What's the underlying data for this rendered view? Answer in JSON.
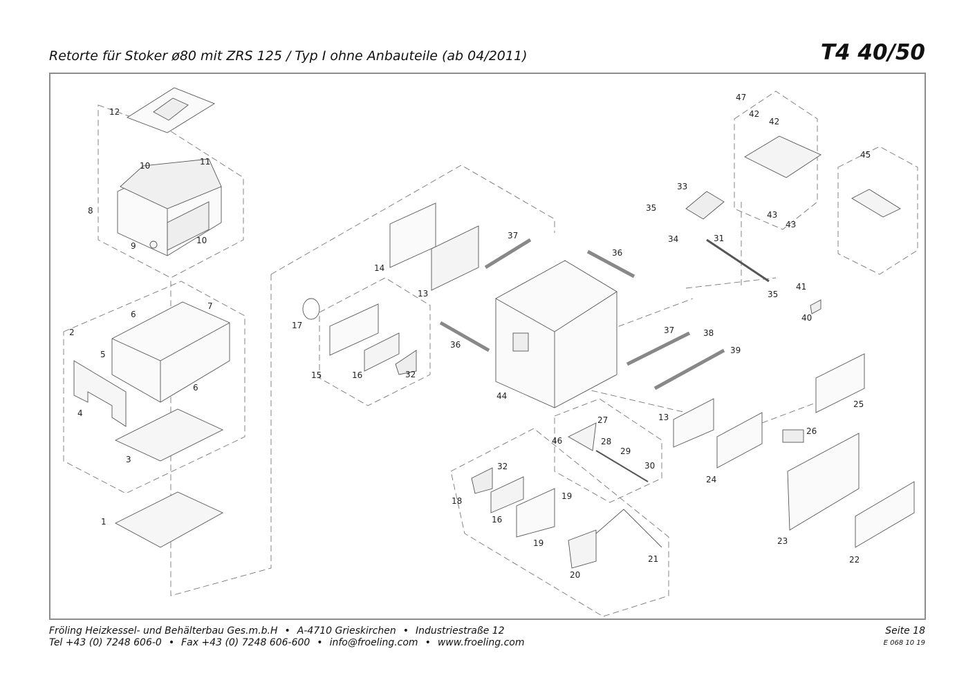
{
  "header": {
    "title": "Retorte für Stoker ø80 mit ZRS 125 / Typ I ohne Anbauteile (ab 04/2011)",
    "model": "T4 40/50"
  },
  "footer": {
    "company": "Fröling Heizkessel- und Behälterbau Ges.m.b.H",
    "city": "A-4710 Grieskirchen",
    "street": "Industriestraße 12",
    "tel": "Tel +43 (0) 7248 606-0",
    "fax": "Fax +43 (0) 7248 606-600",
    "email": "info@froeling.com",
    "web": "www.froeling.com",
    "page": "Seite 18",
    "doc_code": "E 068 10 19",
    "separator": "•"
  },
  "callouts": [
    {
      "id": "c12",
      "text": "12"
    },
    {
      "id": "c10a",
      "text": "10"
    },
    {
      "id": "c11",
      "text": "11"
    },
    {
      "id": "c8",
      "text": "8"
    },
    {
      "id": "c9",
      "text": "9"
    },
    {
      "id": "c10b",
      "text": "10"
    },
    {
      "id": "c2",
      "text": "2"
    },
    {
      "id": "c6a",
      "text": "6"
    },
    {
      "id": "c7",
      "text": "7"
    },
    {
      "id": "c5",
      "text": "5"
    },
    {
      "id": "c6b",
      "text": "6"
    },
    {
      "id": "c4",
      "text": "4"
    },
    {
      "id": "c3",
      "text": "3"
    },
    {
      "id": "c1",
      "text": "1"
    },
    {
      "id": "c14",
      "text": "14"
    },
    {
      "id": "c13a",
      "text": "13"
    },
    {
      "id": "c37a",
      "text": "37"
    },
    {
      "id": "c36a",
      "text": "36"
    },
    {
      "id": "c17",
      "text": "17"
    },
    {
      "id": "c15",
      "text": "15"
    },
    {
      "id": "c16a",
      "text": "16"
    },
    {
      "id": "c32a",
      "text": "32"
    },
    {
      "id": "c36b",
      "text": "36"
    },
    {
      "id": "c44",
      "text": "44"
    },
    {
      "id": "c47",
      "text": "47"
    },
    {
      "id": "c42a",
      "text": "42"
    },
    {
      "id": "c42b",
      "text": "42"
    },
    {
      "id": "c45",
      "text": "45"
    },
    {
      "id": "c33",
      "text": "33"
    },
    {
      "id": "c35a",
      "text": "35"
    },
    {
      "id": "c34",
      "text": "34"
    },
    {
      "id": "c31",
      "text": "31"
    },
    {
      "id": "c43a",
      "text": "43"
    },
    {
      "id": "c43b",
      "text": "43"
    },
    {
      "id": "c35b",
      "text": "35"
    },
    {
      "id": "c41",
      "text": "41"
    },
    {
      "id": "c40",
      "text": "40"
    },
    {
      "id": "c37b",
      "text": "37"
    },
    {
      "id": "c38",
      "text": "38"
    },
    {
      "id": "c39",
      "text": "39"
    },
    {
      "id": "c13b",
      "text": "13"
    },
    {
      "id": "c27",
      "text": "27"
    },
    {
      "id": "c46",
      "text": "46"
    },
    {
      "id": "c28",
      "text": "28"
    },
    {
      "id": "c29",
      "text": "29"
    },
    {
      "id": "c30",
      "text": "30"
    },
    {
      "id": "c25",
      "text": "25"
    },
    {
      "id": "c26",
      "text": "26"
    },
    {
      "id": "c24",
      "text": "24"
    },
    {
      "id": "c23",
      "text": "23"
    },
    {
      "id": "c22",
      "text": "22"
    },
    {
      "id": "c32b",
      "text": "32"
    },
    {
      "id": "c18",
      "text": "18"
    },
    {
      "id": "c16b",
      "text": "16"
    },
    {
      "id": "c19a",
      "text": "19"
    },
    {
      "id": "c19b",
      "text": "19"
    },
    {
      "id": "c20",
      "text": "20"
    },
    {
      "id": "c21",
      "text": "21"
    }
  ]
}
